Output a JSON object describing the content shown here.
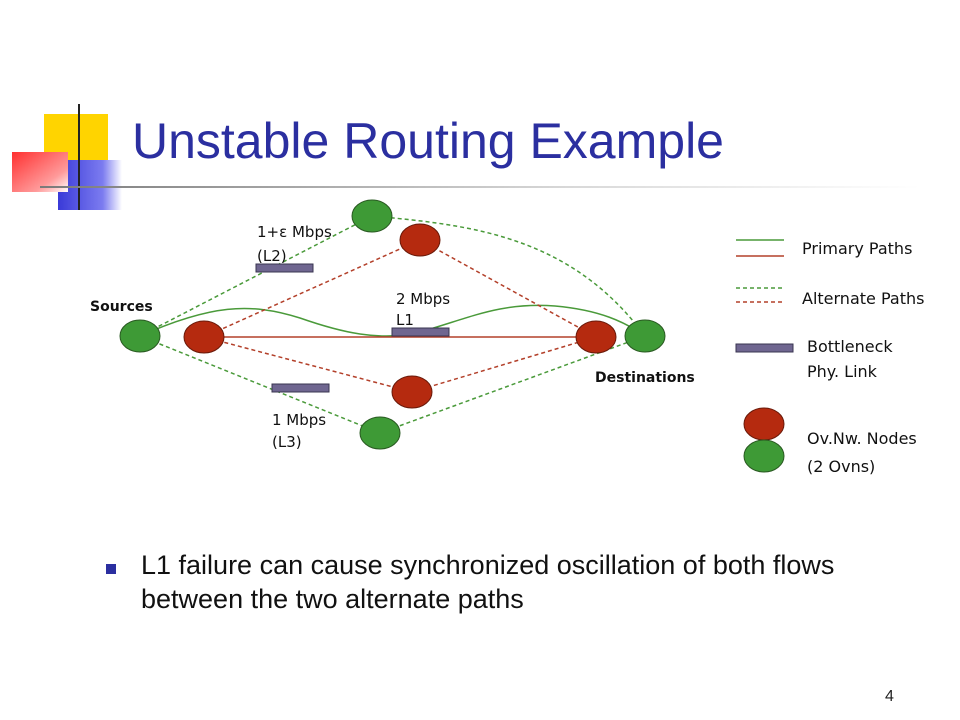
{
  "slide": {
    "title": "Unstable Routing Example",
    "page_number": "4",
    "bullet": "L1 failure can cause synchronized oscillation of both flows between the two alternate paths"
  },
  "diagram": {
    "sources_label": "Sources",
    "destinations_label": "Destinations",
    "links": [
      {
        "rate": "1+ε Mbps",
        "name": "(L2)"
      },
      {
        "rate": "2 Mbps",
        "name": "L1"
      },
      {
        "rate": "1 Mbps",
        "name": "(L3)"
      }
    ]
  },
  "legend": {
    "primary": "Primary Paths",
    "alternate": "Alternate Paths",
    "bottleneck_line1": "Bottleneck",
    "bottleneck_line2": "Phy. Link",
    "nodes_line1": "Ov.Nw. Nodes",
    "nodes_line2": "(2 Ovns)"
  },
  "colors": {
    "title": "#2b2fa0",
    "overlay_node_red": "#b52a0f",
    "overlay_node_green": "#3e9a36",
    "primary_green": "#4a9a3a",
    "primary_red": "#b3402a",
    "bottleneck_bar": "#6f6690"
  }
}
